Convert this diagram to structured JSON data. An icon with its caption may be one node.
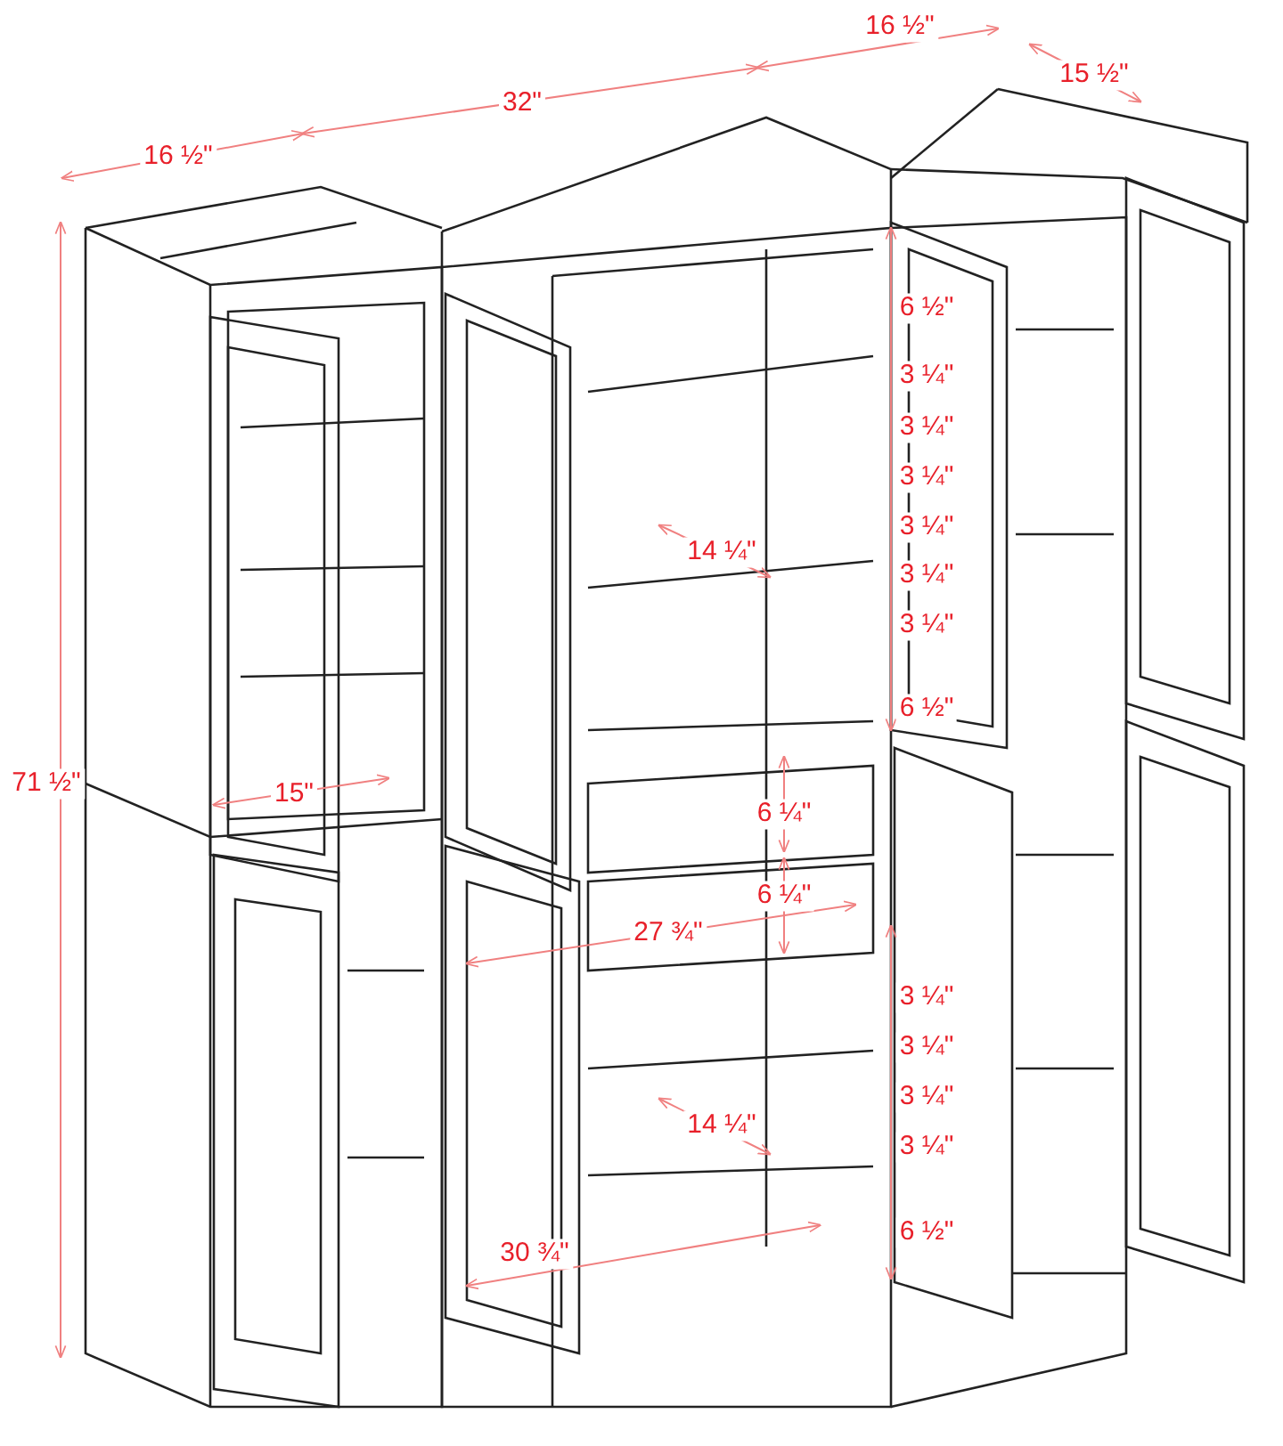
{
  "diagram": {
    "labels": [
      "16 ½\"",
      "15 ½\"",
      "32\"",
      "16 ½\"",
      "6 ½\"",
      "3 ¼\"",
      "3 ¼\"",
      "3 ¼\"",
      "3 ¼\"",
      "14 ¼\"",
      "3 ¼\"",
      "3 ¼\"",
      "6 ½\"",
      "71 ½\"",
      "15\"",
      "6 ¼\"",
      "6 ¼\"",
      "27 ¾\"",
      "3 ¼\"",
      "3 ¼\"",
      "3 ¼\"",
      "14 ¼\"",
      "3 ¼\"",
      "6 ½\"",
      "30 ¾\""
    ]
  }
}
